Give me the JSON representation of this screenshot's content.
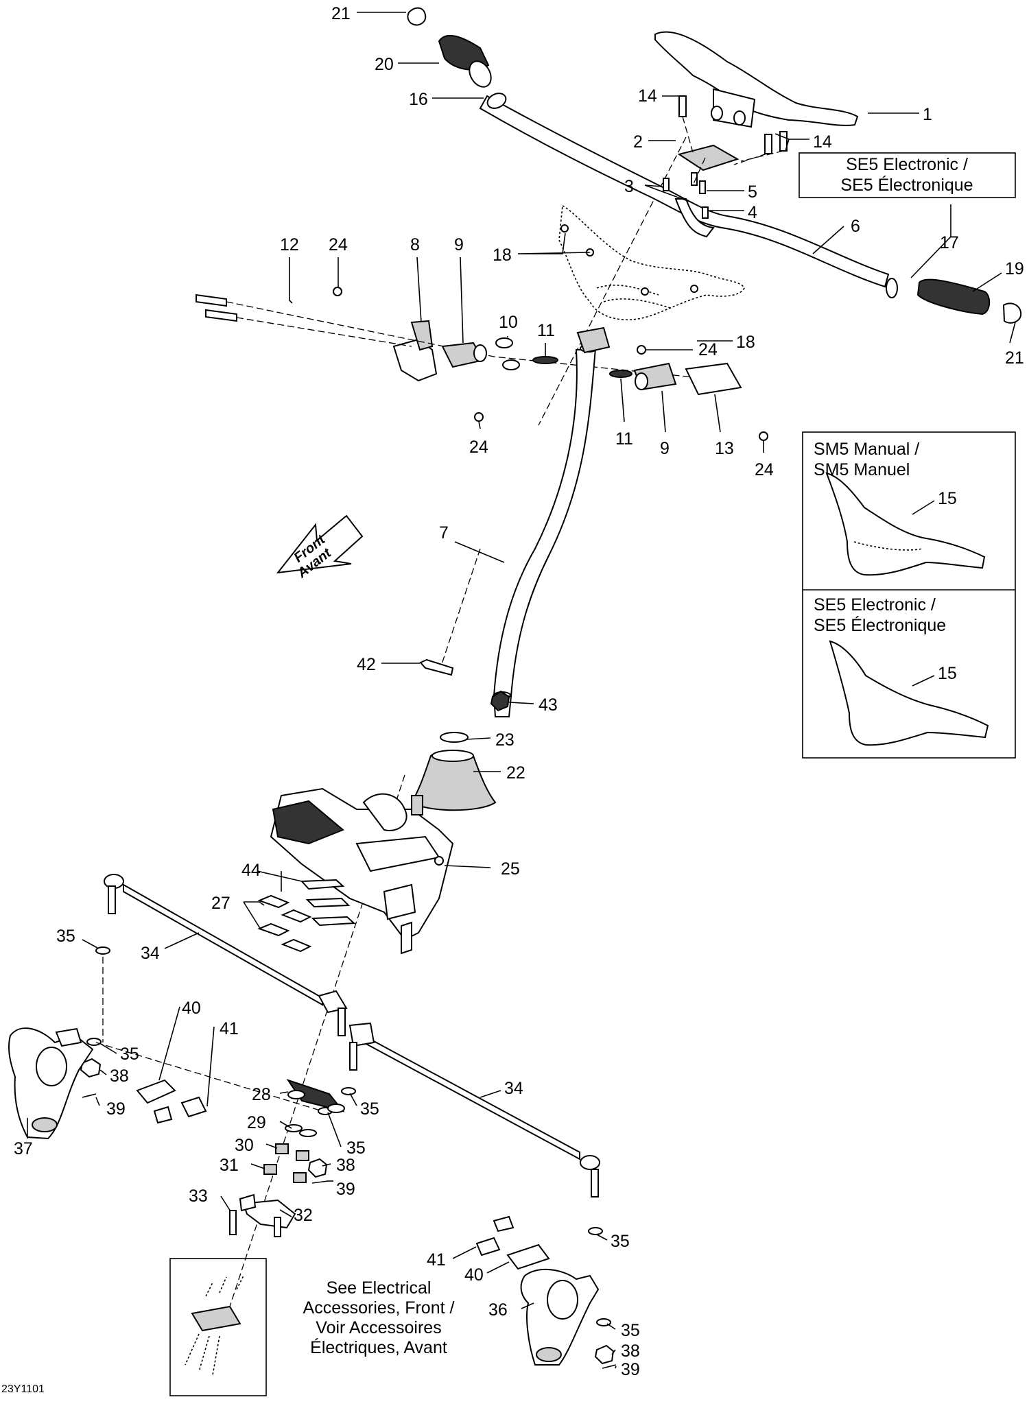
{
  "diagram_code": "23Y1101",
  "callouts": [
    "21",
    "20",
    "16",
    "1",
    "14",
    "2",
    "14",
    "3",
    "5",
    "4",
    "6",
    "17",
    "19",
    "21",
    "18",
    "18",
    "24",
    "12",
    "8",
    "9",
    "10",
    "11",
    "24",
    "11",
    "9",
    "13",
    "24",
    "24",
    "7",
    "42",
    "43",
    "23",
    "22",
    "25",
    "44",
    "27",
    "35",
    "34",
    "40",
    "41",
    "35",
    "37",
    "38",
    "39",
    "28",
    "29",
    "30",
    "31",
    "33",
    "32",
    "34",
    "35",
    "35",
    "38",
    "39",
    "41",
    "40",
    "36",
    "35",
    "38",
    "39",
    "35",
    "15",
    "15"
  ],
  "boxes": {
    "se5_top": {
      "line1": "SE5 Electronic /",
      "line2": "SE5 Électronique"
    },
    "sm5": {
      "line1": "SM5 Manual /",
      "line2": "SM5 Manuel"
    },
    "se5_inset": {
      "line1": "SE5 Electronic /",
      "line2": "SE5 Électronique"
    }
  },
  "front_arrow": {
    "line1": "Front",
    "line2": "Avant"
  },
  "see_note": {
    "line1": "See Electrical",
    "line2": "Accessories, Front /",
    "line3": "Voir Accessoires",
    "line4": "Électriques, Avant"
  },
  "colors": {
    "ink": "#000000",
    "paper": "#ffffff"
  }
}
